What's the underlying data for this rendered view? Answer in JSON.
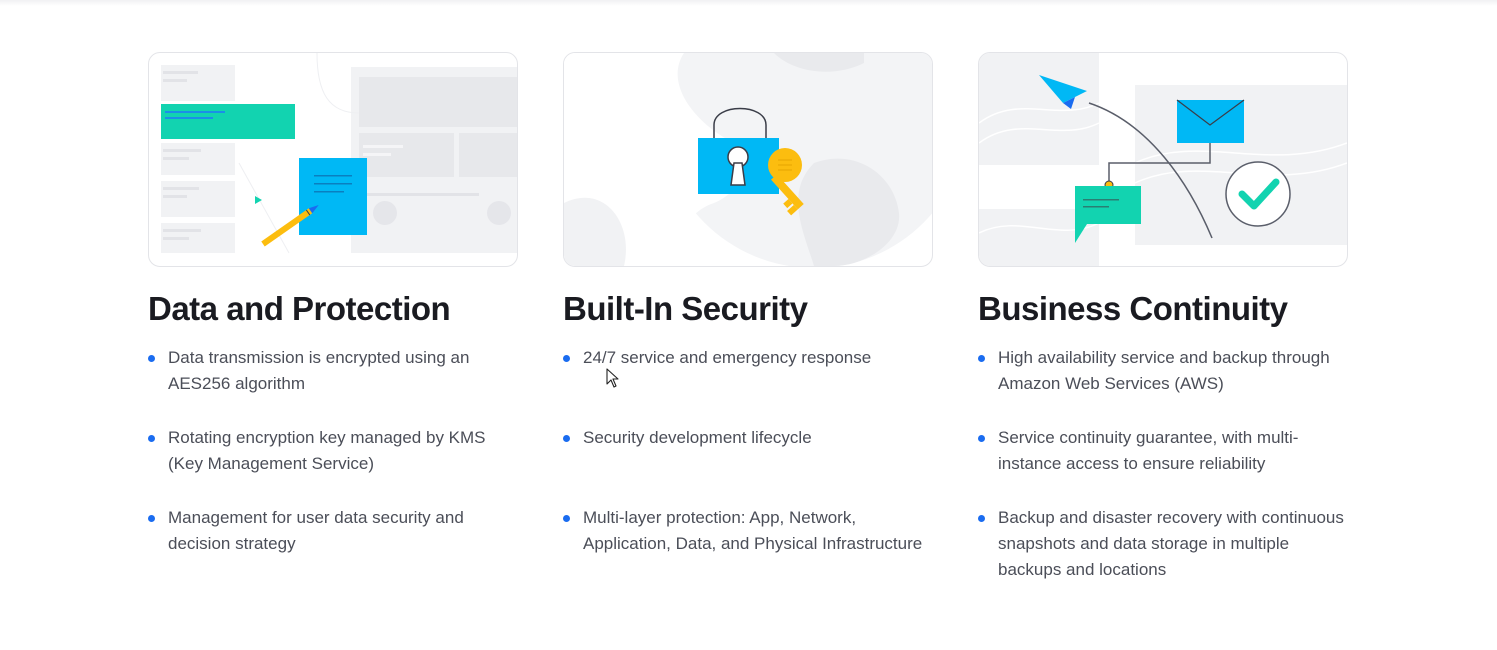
{
  "cards": [
    {
      "title": "Data and Protection",
      "illustration_icon": "document-pencil-icon",
      "bullets": [
        "Data transmission is encrypted using an AES256 algorithm",
        "Rotating encryption key managed by KMS (Key Management Service)",
        "Management for user data security and decision strategy"
      ]
    },
    {
      "title": "Built-In Security",
      "illustration_icon": "padlock-key-icon",
      "bullets": [
        "24/7 service and emergency response",
        "Security development lifecycle",
        "Multi-layer protection: App, Network, Application, Data, and Physical Infrastructure"
      ]
    },
    {
      "title": "Business Continuity",
      "illustration_icon": "envelope-chat-check-icon",
      "bullets": [
        "High availability service and backup through Amazon Web Services (AWS)",
        "Service continuity guarantee, with multi-instance access to ensure reliability",
        "Backup and disaster recovery with continuous snapshots and data storage in multiple backups and locations"
      ]
    }
  ],
  "colors": {
    "accent_blue": "#1a6cf0",
    "illustration_cyan": "#00b8f5",
    "illustration_teal": "#12d3b0",
    "illustration_yellow": "#fcbd0f",
    "title_text": "#1a1b21",
    "body_text": "#4b4e58"
  }
}
